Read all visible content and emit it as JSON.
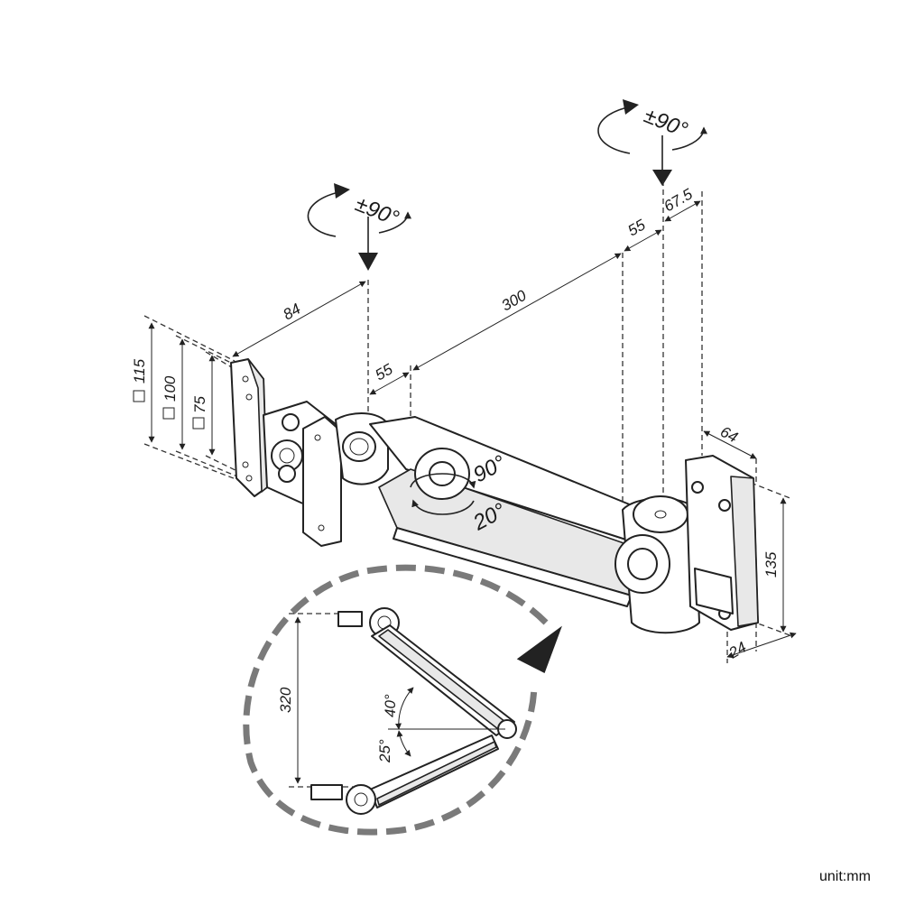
{
  "dimensions": {
    "d84": "84",
    "d300": "300",
    "d55_left": "55",
    "d55_right": "55",
    "d67_5": "67.5",
    "d64": "64",
    "d135": "135",
    "d24": "24",
    "d320": "320"
  },
  "vesa": {
    "v115": "115",
    "v100": "100",
    "v75": "75"
  },
  "rotations": {
    "left_swivel": "±90°",
    "right_swivel": "±90°",
    "tilt_up": "90°",
    "tilt_down": "20°"
  },
  "detail_angles": {
    "upper": "40°",
    "lower": "25°"
  },
  "unit": "unit:mm"
}
